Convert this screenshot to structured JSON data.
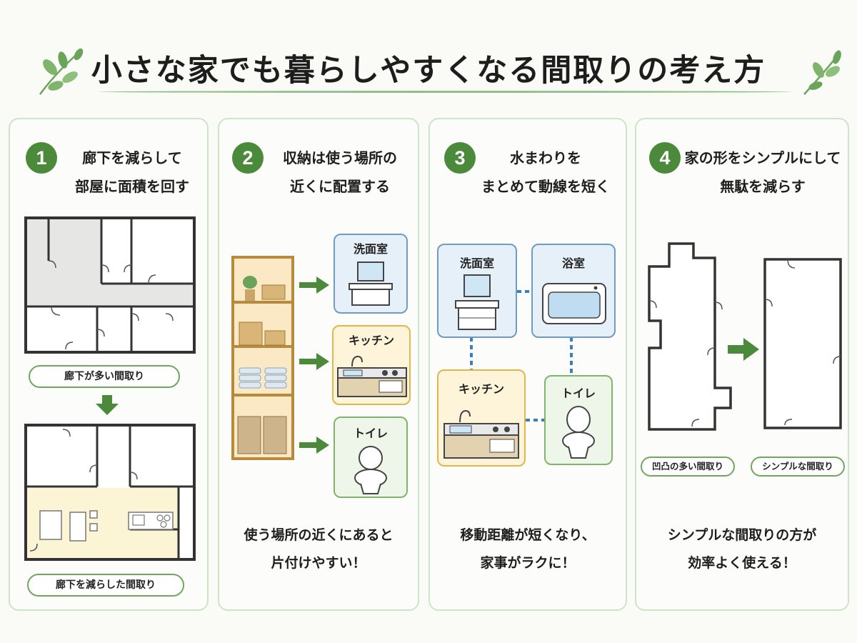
{
  "title": "小さな家でも暮らしやすくなる間取りの考え方",
  "colors": {
    "accent_green": "#4b8a3a",
    "card_border": "#cfe3c7",
    "highlight": "#fbf5d6",
    "blue_box": "#e6f0f8",
    "yellow_box": "#fdf4d9"
  },
  "cards": [
    {
      "number": "1",
      "heading_line1": "廊下を減らして",
      "heading_line2": "部屋に面積を回す",
      "label_before": "廊下が多い間取り",
      "label_after": "廊下を減らした間取り"
    },
    {
      "number": "2",
      "heading_line1": "収納は使う場所の",
      "heading_line2": "近くに配置する",
      "room_washroom": "洗面室",
      "room_kitchen": "キッチン",
      "room_toilet": "トイレ",
      "caption_line1": "使う場所の近くにあると",
      "caption_line2": "片付けやすい！"
    },
    {
      "number": "3",
      "heading_line1": "水まわりを",
      "heading_line2": "まとめて動線を短く",
      "room_washroom": "洗面室",
      "room_bath": "浴室",
      "room_kitchen": "キッチン",
      "room_toilet": "トイレ",
      "caption_line1": "移動距離が短くなり、",
      "caption_line2": "家事がラクに！"
    },
    {
      "number": "4",
      "heading_line1": "家の形をシンプルにして",
      "heading_line2": "無駄を減らす",
      "label_complex": "凹凸の多い間取り",
      "label_simple": "シンプルな間取り",
      "caption_line1": "シンプルな間取りの方が",
      "caption_line2": "効率よく使える！"
    }
  ]
}
